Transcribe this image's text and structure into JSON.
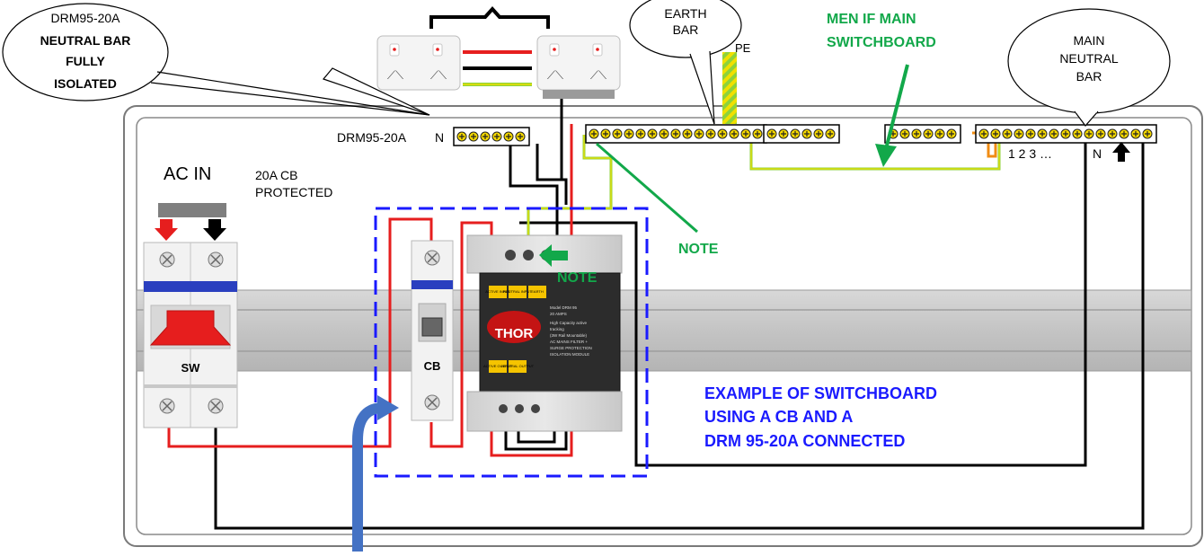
{
  "callouts": {
    "drm_line1": "DRM95-20A",
    "drm_line2": "NEUTRAL BAR",
    "drm_line3": "FULLY",
    "drm_line4": "ISOLATED",
    "earth_line1": "EARTH",
    "earth_line2": "BAR",
    "main_neutral_line1": "MAIN",
    "main_neutral_line2": "NEUTRAL",
    "main_neutral_line3": "BAR"
  },
  "labels": {
    "pe": "PE",
    "men_line1": "MEN IF MAIN",
    "men_line2": "SWITCHBOARD",
    "drm_bar_label": "DRM95-20A",
    "drm_bar_n": "N",
    "ac_in": "AC IN",
    "cb_protected_line1": "20A CB",
    "cb_protected_line2": "PROTECTED",
    "note_1": "NOTE",
    "note_2": "NOTE",
    "numbers": "1 2 3 …",
    "n_terminal": "N",
    "sw": "SW",
    "cb": "CB",
    "example_line1": "EXAMPLE OF SWITCHBOARD",
    "example_line2": "USING A CB AND A",
    "example_line3": "DRM 95-20A CONNECTED"
  },
  "module": {
    "brand": "THOR",
    "top_label_1": "ACTIVE INPUT",
    "top_label_2": "NEUTRAL INPUT",
    "top_label_3": "EARTH",
    "bottom_label_1": "ACTIVE OUTPUT",
    "bottom_label_2": "NEUTRAL OUTPUT",
    "spec_1": "Model DRM 95",
    "spec_2": "20 AMPS",
    "spec_3": "High Capacity active",
    "spec_4": "tracking",
    "spec_5": "(3W Rail Mountable)",
    "spec_6": "AC MAINS FILTER +",
    "spec_7": "SURGE PROTECTION",
    "spec_8": "ISOLATION MODULE",
    "breaker_state": "OFF"
  },
  "colors": {
    "active": "#e61e1e",
    "neutral": "#000000",
    "earth_green": "#8cd23c",
    "earth_yellow": "#f0e000",
    "men_green": "#12a84a",
    "note_blue": "#1a1aff",
    "link_orange": "#f08c14",
    "arrow_blue": "#4472c4"
  }
}
